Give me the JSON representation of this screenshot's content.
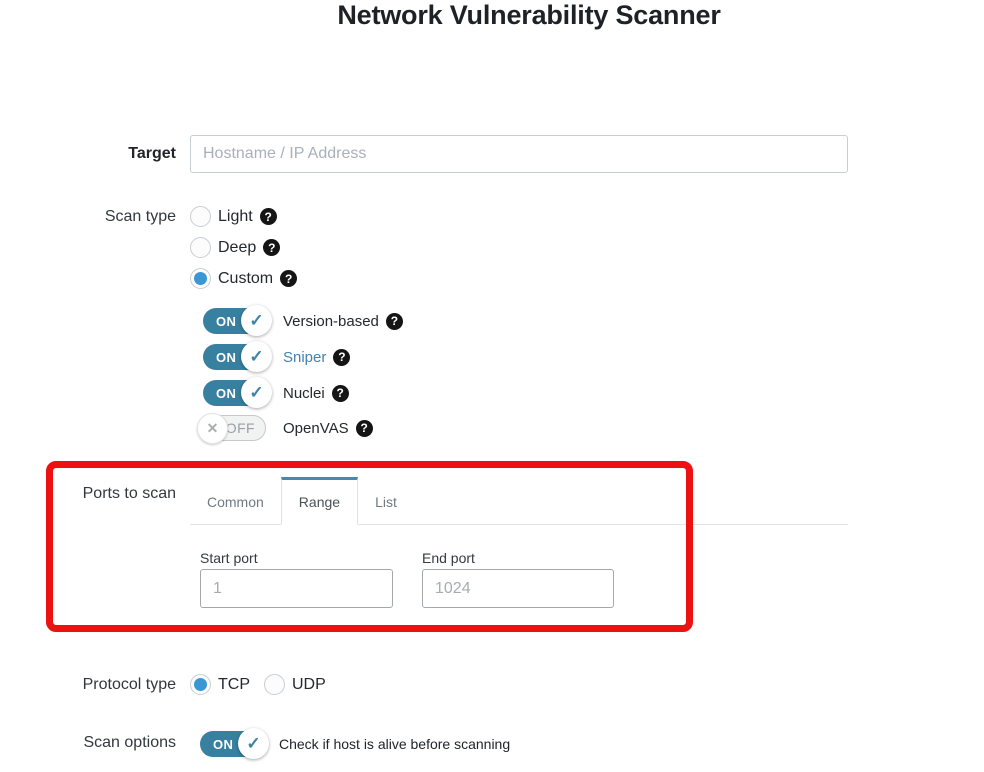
{
  "page": {
    "title": "Network Vulnerability Scanner"
  },
  "icons": {
    "help": "?",
    "check": "✓",
    "cross": "✕"
  },
  "toggle": {
    "on_text": "ON",
    "off_text": "OFF"
  },
  "form": {
    "target": {
      "label": "Target",
      "placeholder": "Hostname / IP Address"
    },
    "scan_type": {
      "label": "Scan type",
      "options": [
        {
          "label": "Light",
          "selected": false
        },
        {
          "label": "Deep",
          "selected": false
        },
        {
          "label": "Custom",
          "selected": true
        }
      ],
      "custom_toggles": [
        {
          "label": "Version-based",
          "state": "ON"
        },
        {
          "label": "Sniper",
          "state": "ON"
        },
        {
          "label": "Nuclei",
          "state": "ON"
        },
        {
          "label": "OpenVAS",
          "state": "OFF"
        }
      ]
    },
    "ports": {
      "label": "Ports to scan",
      "tabs": [
        {
          "label": "Common",
          "active": false
        },
        {
          "label": "Range",
          "active": true
        },
        {
          "label": "List",
          "active": false
        }
      ],
      "start_port": {
        "label": "Start port",
        "placeholder": "1"
      },
      "end_port": {
        "label": "End port",
        "placeholder": "1024"
      }
    },
    "protocol": {
      "label": "Protocol type",
      "options": [
        {
          "label": "TCP",
          "selected": true
        },
        {
          "label": "UDP",
          "selected": false
        }
      ]
    },
    "scan_options": {
      "label": "Scan options",
      "toggle_state": "ON",
      "toggle_label": "Check if host is alive before scanning"
    }
  },
  "annotation": {
    "highlight_color": "#ee1111"
  }
}
